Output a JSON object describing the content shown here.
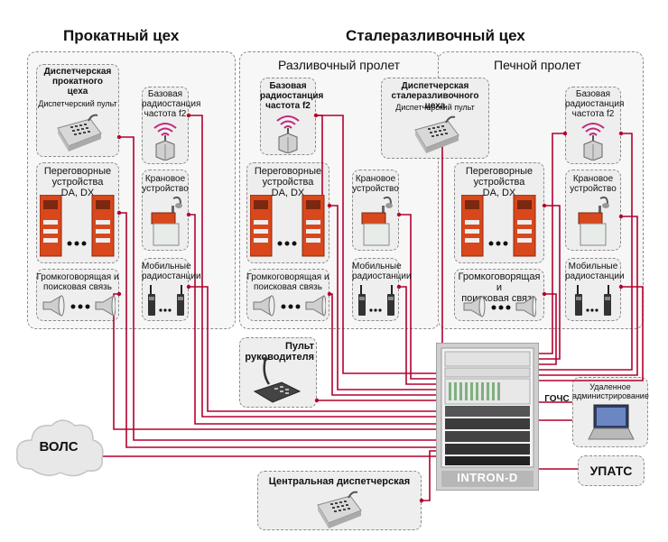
{
  "titles": {
    "rolling_shop": "Прокатный цех",
    "steel_shop": "Сталеразливочный цех",
    "pouring_bay": "Разливочный пролет",
    "furnace_bay": "Печной пролет"
  },
  "rolling": {
    "dispatch_title": "Диспетчерская\nпрокатного\nцеха",
    "dispatch_console": "Диспетчерский пульт",
    "intercom": "Переговорные\nустройства\nDA, DX",
    "base_station": "Базовая\nрадиостанция\nчастота f2",
    "crane": "Крановое\nустройство",
    "loudspeaker": "Громкоговорящая и\nпоисковая связь",
    "mobile_radios": "Мобильные\nрадиостанции"
  },
  "pouring": {
    "base_station": "Базовая\nрадиостанция\nчастота f2",
    "intercom": "Переговорные\nустройства\nDA, DX",
    "crane": "Крановое\nустройство",
    "loudspeaker": "Громкоговорящая и\nпоисковая связь",
    "mobile_radios": "Мобильные\nрадиостанции"
  },
  "steel_dispatch": {
    "title": "Диспетчерская\nсталеразливочного цеха",
    "console": "Диспетчерский пульт"
  },
  "furnace": {
    "base_station": "Базовая\nрадиостанция\nчастота f2",
    "intercom": "Переговорные\nустройства\nDA, DX",
    "crane": "Крановое\nустройство",
    "loudspeaker": "Громкоговорящая и\nпоисковая связь",
    "mobile_radios": "Мобильные\nрадиостанции"
  },
  "manager_console": "Пульт\nруководителя",
  "central_dispatch": "Центральная диспетчерская",
  "vols": "ВОЛС",
  "gochs": "ГОЧС",
  "remote_admin": "Удаленное\nадминистрирование",
  "upats": "УПАТС",
  "rack_label": "INTRON-D",
  "colors": {
    "wire": "#b3002d",
    "rack": "#d9d9d9",
    "intercom": "#d9471c"
  }
}
